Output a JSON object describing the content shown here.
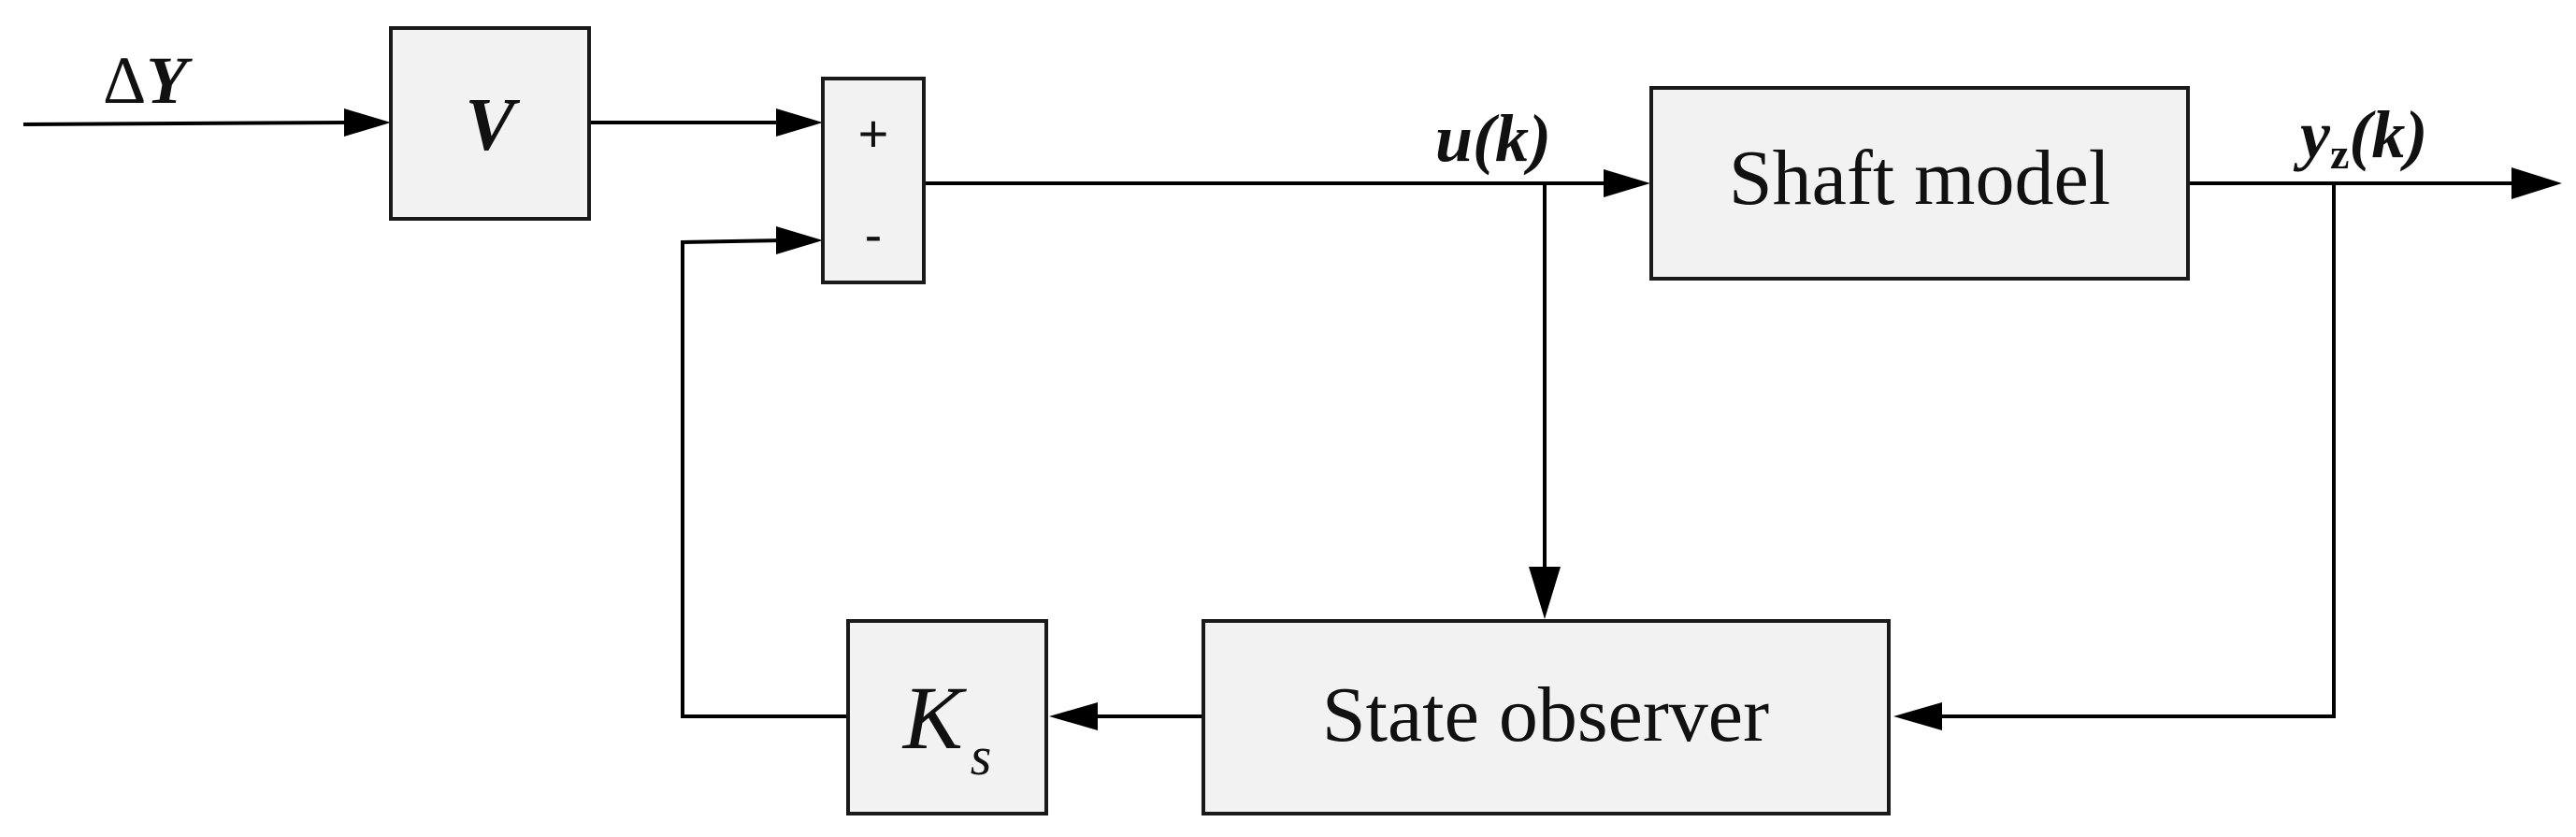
{
  "signals": {
    "input": {
      "delta": "Δ",
      "symbol": "Y"
    },
    "control": "u(k)",
    "output": {
      "base": "y",
      "subscript": "z",
      "suffix": "(k)"
    }
  },
  "blocks": {
    "prefilter": "V",
    "summing_junction": {
      "plus": "+",
      "minus": "-"
    },
    "plant": "Shaft model",
    "observer": "State observer",
    "gain": {
      "base": "K",
      "subscript": "s"
    }
  }
}
